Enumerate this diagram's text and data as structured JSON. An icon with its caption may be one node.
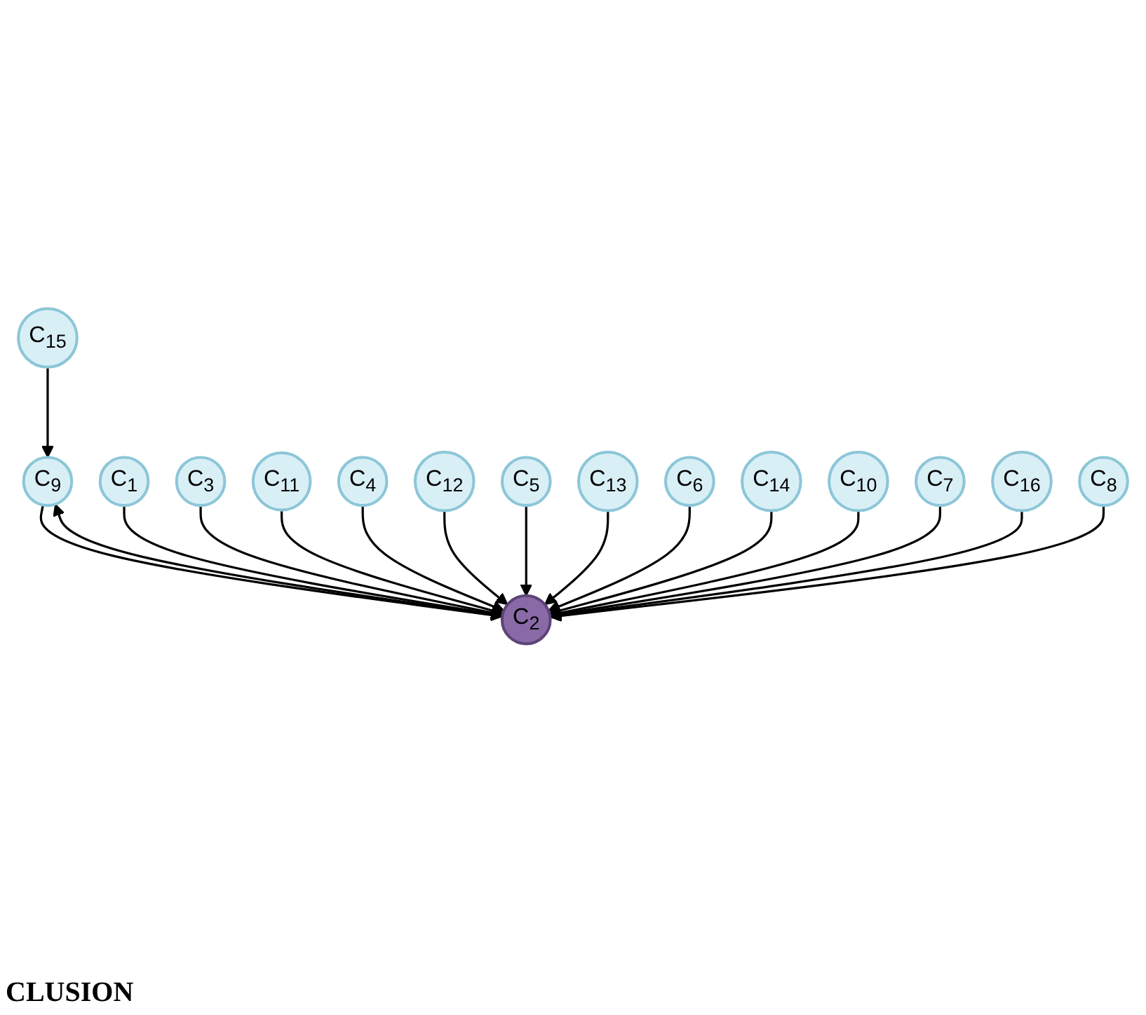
{
  "diagram": {
    "nodes": [
      {
        "text": [
          "C$_{9}$"
        ]
      },
      {
        "text": [
          "C$_{1}$"
        ]
      },
      {
        "text": [
          "C$_{15}$"
        ]
      },
      {
        "text": [
          "C$_{3}$"
        ]
      },
      {
        "text": [
          "C$_{11}$"
        ]
      },
      {
        "text": [
          "C$_{4}$"
        ]
      },
      {
        "text": [
          "C$_{2}$"
        ]
      },
      {
        "text": [
          "C$_{12}$"
        ]
      },
      {
        "text": [
          "C$_{5}$"
        ]
      },
      {
        "text": [
          "C$_{13}$"
        ]
      },
      {
        "text": [
          "C$_{6}$"
        ]
      },
      {
        "text": [
          "C$_{14}$"
        ]
      },
      {
        "text": [
          "C$_{10}$"
        ]
      },
      {
        "text": [
          "C$_{7}$"
        ]
      },
      {
        "text": [
          "C$_{16}$"
        ]
      },
      {
        "text": [
          "C$_{8}$"
        ]
      }
    ],
    "edges": [
      {
        "from": 6,
        "to": 0,
        "arrow": "to"
      },
      {
        "from": 0,
        "to": 6,
        "arrow": "to"
      },
      {
        "from": 2,
        "to": 0,
        "arrow": "to"
      },
      {
        "from": 1,
        "to": 6,
        "arrow": "to"
      },
      {
        "from": 3,
        "to": 6,
        "arrow": "to"
      },
      {
        "from": 4,
        "to": 6,
        "arrow": "to"
      },
      {
        "from": 5,
        "to": 6,
        "arrow": "to"
      },
      {
        "from": 7,
        "to": 6,
        "arrow": "to"
      },
      {
        "from": 8,
        "to": 6,
        "arrow": "to"
      },
      {
        "from": 9,
        "to": 6,
        "arrow": "to"
      },
      {
        "from": 10,
        "to": 6,
        "arrow": "to"
      },
      {
        "from": 11,
        "to": 6,
        "arrow": "to"
      },
      {
        "from": 12,
        "to": 6,
        "arrow": "to"
      },
      {
        "from": 13,
        "to": 6,
        "arrow": "to"
      },
      {
        "from": 14,
        "to": 6,
        "arrow": "to"
      },
      {
        "from": 15,
        "to": 6,
        "arrow": "to"
      }
    ],
    "labels": [
      "CLUSION"
    ]
  }
}
